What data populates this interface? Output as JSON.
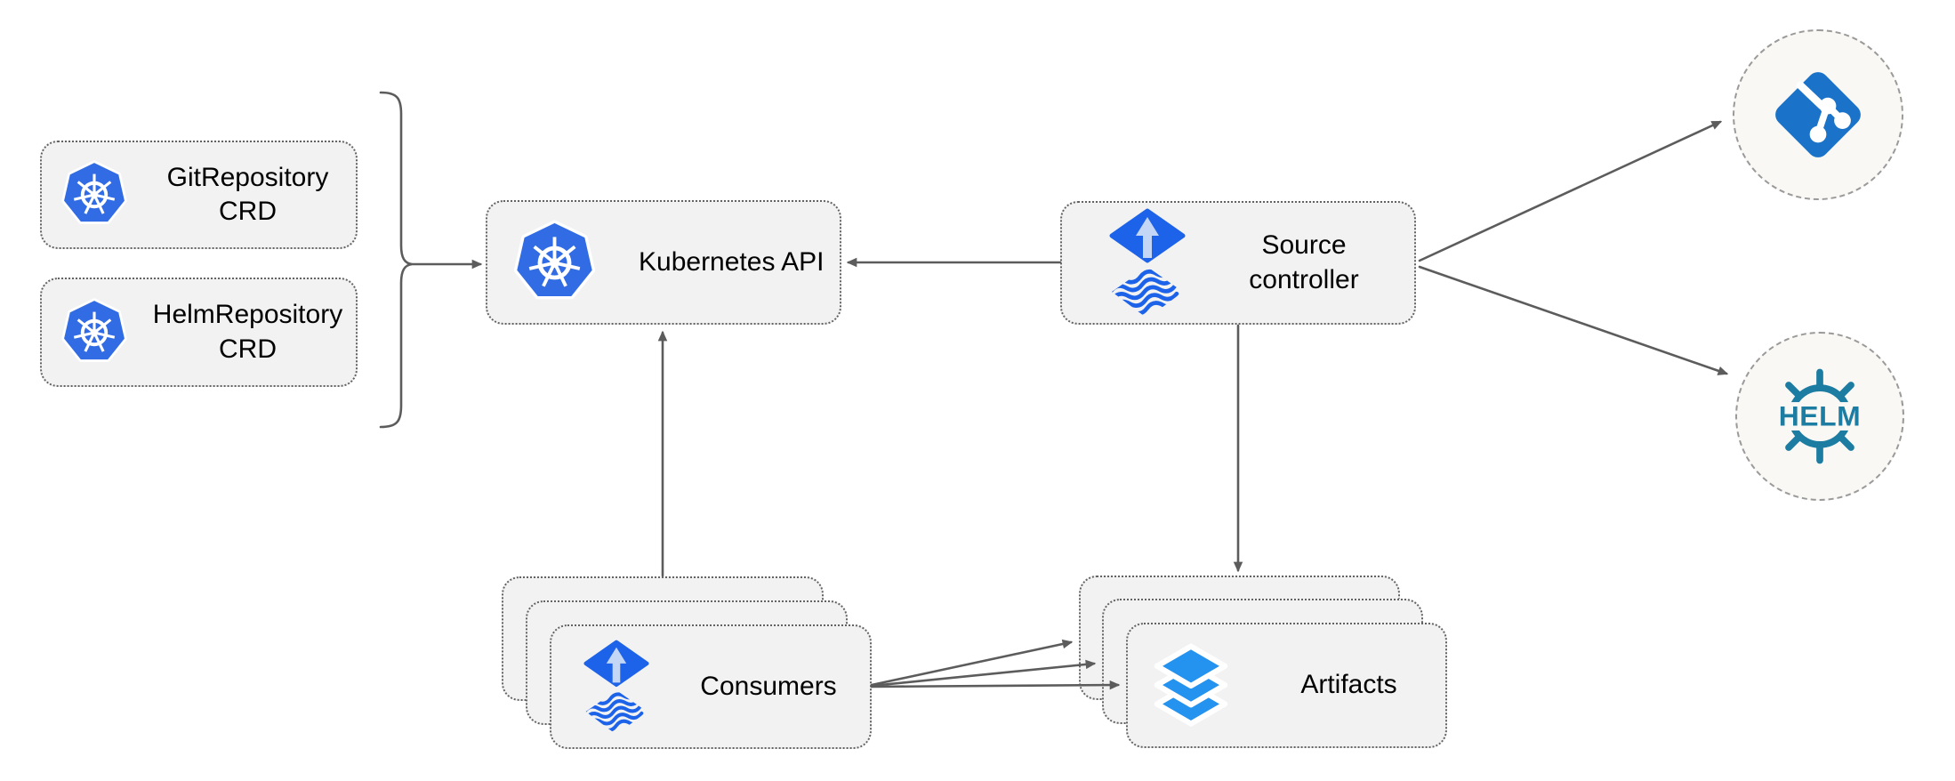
{
  "diagram": {
    "type": "architecture-diagram",
    "nodes": {
      "git_crd": {
        "line1": "GitRepository",
        "line2": "CRD",
        "icon": "kubernetes-icon"
      },
      "helm_crd": {
        "line1": "HelmRepository",
        "line2": "CRD",
        "icon": "kubernetes-icon"
      },
      "k8s_api": {
        "label": "Kubernetes API",
        "icon": "kubernetes-icon"
      },
      "source_controller": {
        "line1": "Source",
        "line2": "controller",
        "icon": "flux-icon"
      },
      "consumers": {
        "label": "Consumers",
        "stack_count": 3,
        "icon": "flux-icon"
      },
      "artifacts": {
        "label": "Artifacts",
        "stack_count": 3,
        "icon": "layers-icon"
      },
      "git_remote": {
        "icon": "git-icon"
      },
      "helm_remote": {
        "icon": "helm-icon",
        "logo_text": "HELM"
      }
    },
    "edges": [
      {
        "from": "crd-group",
        "to": "kubernetes-api"
      },
      {
        "from": "source-controller",
        "to": "kubernetes-api"
      },
      {
        "from": "consumers",
        "to": "kubernetes-api"
      },
      {
        "from": "source-controller",
        "to": "artifacts"
      },
      {
        "from": "source-controller",
        "to": "git-remote"
      },
      {
        "from": "source-controller",
        "to": "helm-remote"
      },
      {
        "from": "consumers",
        "to": "artifacts",
        "count": 3
      }
    ],
    "colors": {
      "background": "#ffffff",
      "node_fill": "#f2f2f2",
      "node_border": "#636363",
      "remote_fill": "#faf8f5",
      "remote_border": "#9a9a9a",
      "arrow_gray": "#5c5c5c",
      "kubernetes_blue": "#326ce5",
      "flux_blue": "#1d63ea",
      "flux_arrow_light": "#c3d6f5",
      "git_blue": "#1a73c9",
      "layers_blue": "#2492ef",
      "helm_teal": "#1c7ca1",
      "text_color": "#000000"
    }
  }
}
